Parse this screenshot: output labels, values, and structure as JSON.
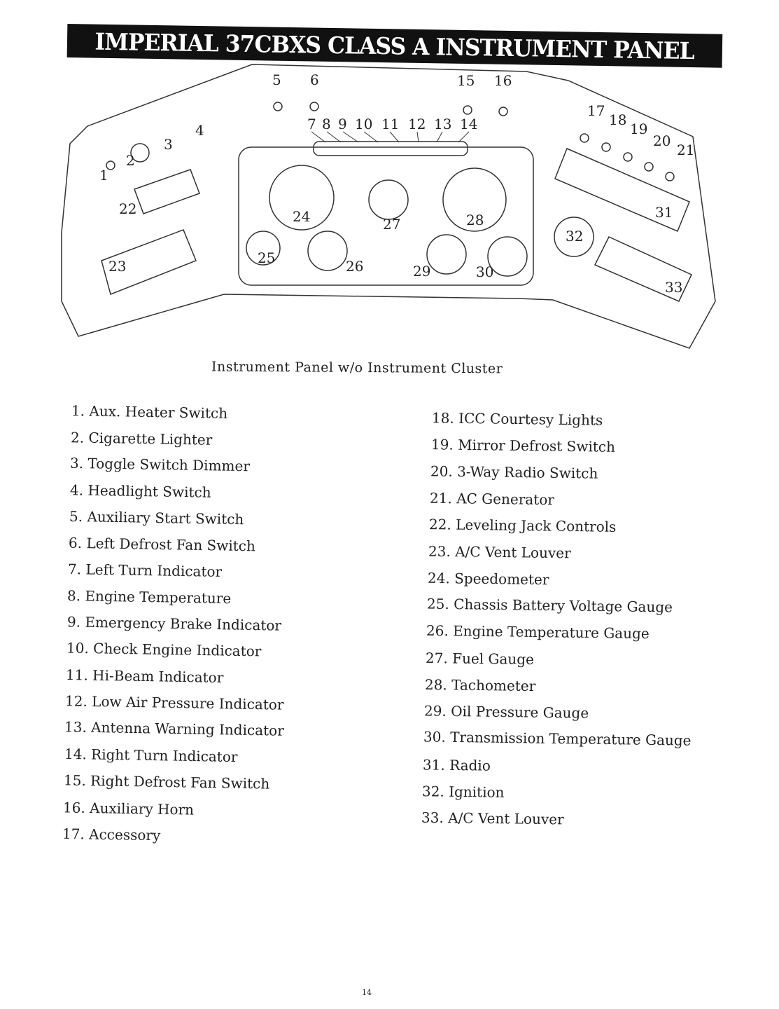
{
  "title": "IMPERIAL 37CBXS CLASS A INSTRUMENT PANEL",
  "diagram": {
    "caption": "Instrument Panel w/o Instrument Cluster",
    "labels": [
      "1",
      "2",
      "3",
      "4",
      "5",
      "6",
      "7",
      "8",
      "9",
      "10",
      "11",
      "12",
      "13",
      "14",
      "15",
      "16",
      "17",
      "18",
      "19",
      "20",
      "21",
      "22",
      "23",
      "24",
      "25",
      "26",
      "27",
      "28",
      "29",
      "30",
      "31",
      "32",
      "33"
    ]
  },
  "legend_left": [
    "1. Aux. Heater Switch",
    "2. Cigarette Lighter",
    "3. Toggle Switch Dimmer",
    "4. Headlight Switch",
    "5. Auxiliary Start Switch",
    "6. Left Defrost Fan Switch",
    "7. Left Turn Indicator",
    "8. Engine Temperature",
    "9. Emergency Brake Indicator",
    "10. Check Engine Indicator",
    "11. Hi-Beam Indicator",
    "12. Low Air Pressure Indicator",
    "13. Antenna Warning Indicator",
    "14. Right Turn Indicator",
    "15. Right Defrost Fan Switch",
    "16. Auxiliary Horn",
    "17. Accessory"
  ],
  "legend_right": [
    "18. ICC Courtesy Lights",
    "19. Mirror Defrost Switch",
    "20. 3-Way Radio Switch",
    "21. AC Generator",
    "22. Leveling Jack Controls",
    "23. A/C Vent Louver",
    "24. Speedometer",
    "25. Chassis Battery Voltage Gauge",
    "26. Engine Temperature Gauge",
    "27. Fuel Gauge",
    "28. Tachometer",
    "29. Oil Pressure Gauge",
    "30. Transmission Temperature Gauge",
    "31. Radio",
    "32. Ignition",
    "33. A/C Vent Louver"
  ],
  "page_number": "14"
}
